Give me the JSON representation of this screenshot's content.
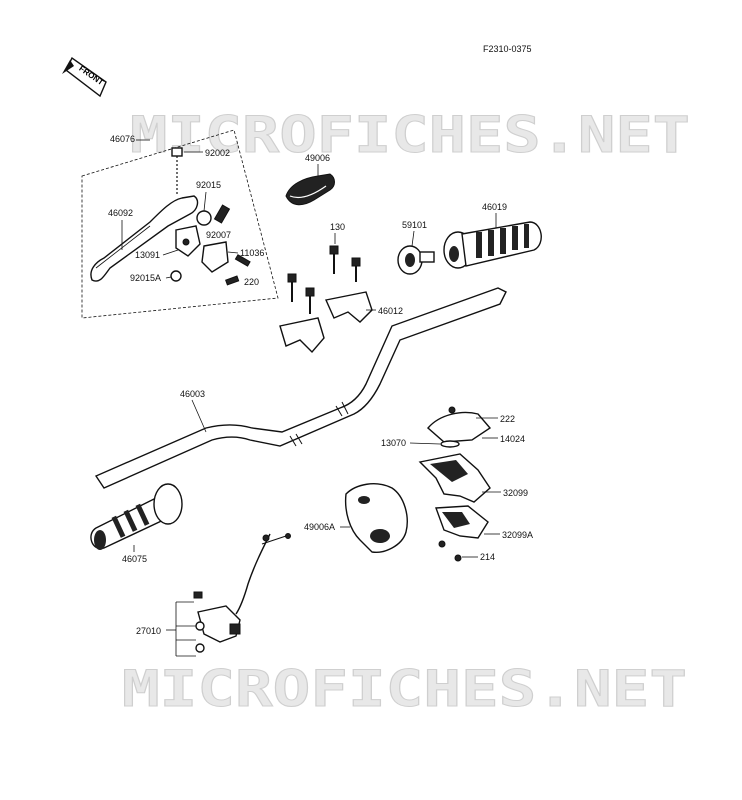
{
  "figure_code": "F2310-0375",
  "front_label": "FRONT",
  "watermark": "MICROFICHES.NET",
  "parts": {
    "p46076": "46076",
    "p92002": "92002",
    "p92015": "92015",
    "p46092": "46092",
    "p92007": "92007",
    "p13091": "13091",
    "p11036": "11036",
    "p92015A": "92015A",
    "p220": "220",
    "p49006": "49006",
    "p130": "130",
    "p59101": "59101",
    "p46019": "46019",
    "p46012": "46012",
    "p46003": "46003",
    "p222": "222",
    "p13070": "13070",
    "p14024": "14024",
    "p32099": "32099",
    "p49006A": "49006A",
    "p32099A": "32099A",
    "p214": "214",
    "p46075": "46075",
    "p27010": "27010"
  }
}
